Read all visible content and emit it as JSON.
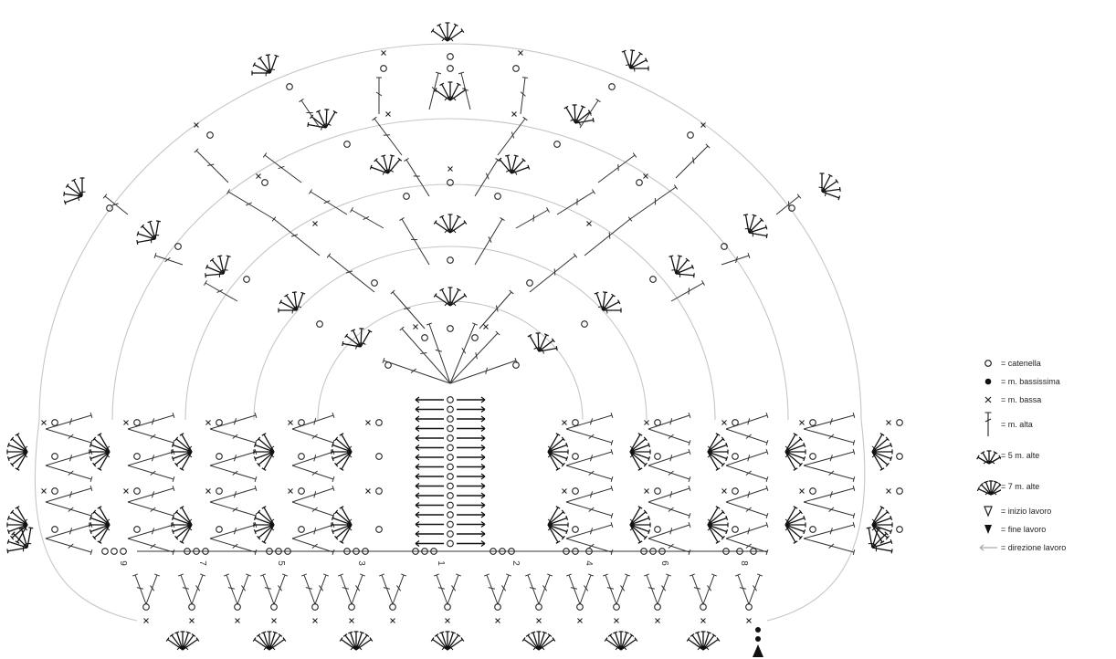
{
  "diagram": {
    "row_numbers": [
      "9",
      "7",
      "5",
      "3",
      "1",
      "2",
      "4",
      "6",
      "8"
    ]
  },
  "legend": [
    {
      "symbol": "chain-icon",
      "label": "= catenella"
    },
    {
      "symbol": "slip-stitch-icon",
      "label": "= m. bassissima"
    },
    {
      "symbol": "single-crochet-icon",
      "label": "= m. bassa"
    },
    {
      "symbol": "double-crochet-icon",
      "label": "= m. alta"
    },
    {
      "symbol": "fan-5-icon",
      "label": "= 5 m. alte"
    },
    {
      "symbol": "fan-7-icon",
      "label": "= 7 m. alte"
    },
    {
      "symbol": "start-icon",
      "label": "= inizio lavoro"
    },
    {
      "symbol": "end-icon",
      "label": "= fine lavoro"
    },
    {
      "symbol": "direction-arrow-icon",
      "label": "= direzione lavoro"
    }
  ]
}
